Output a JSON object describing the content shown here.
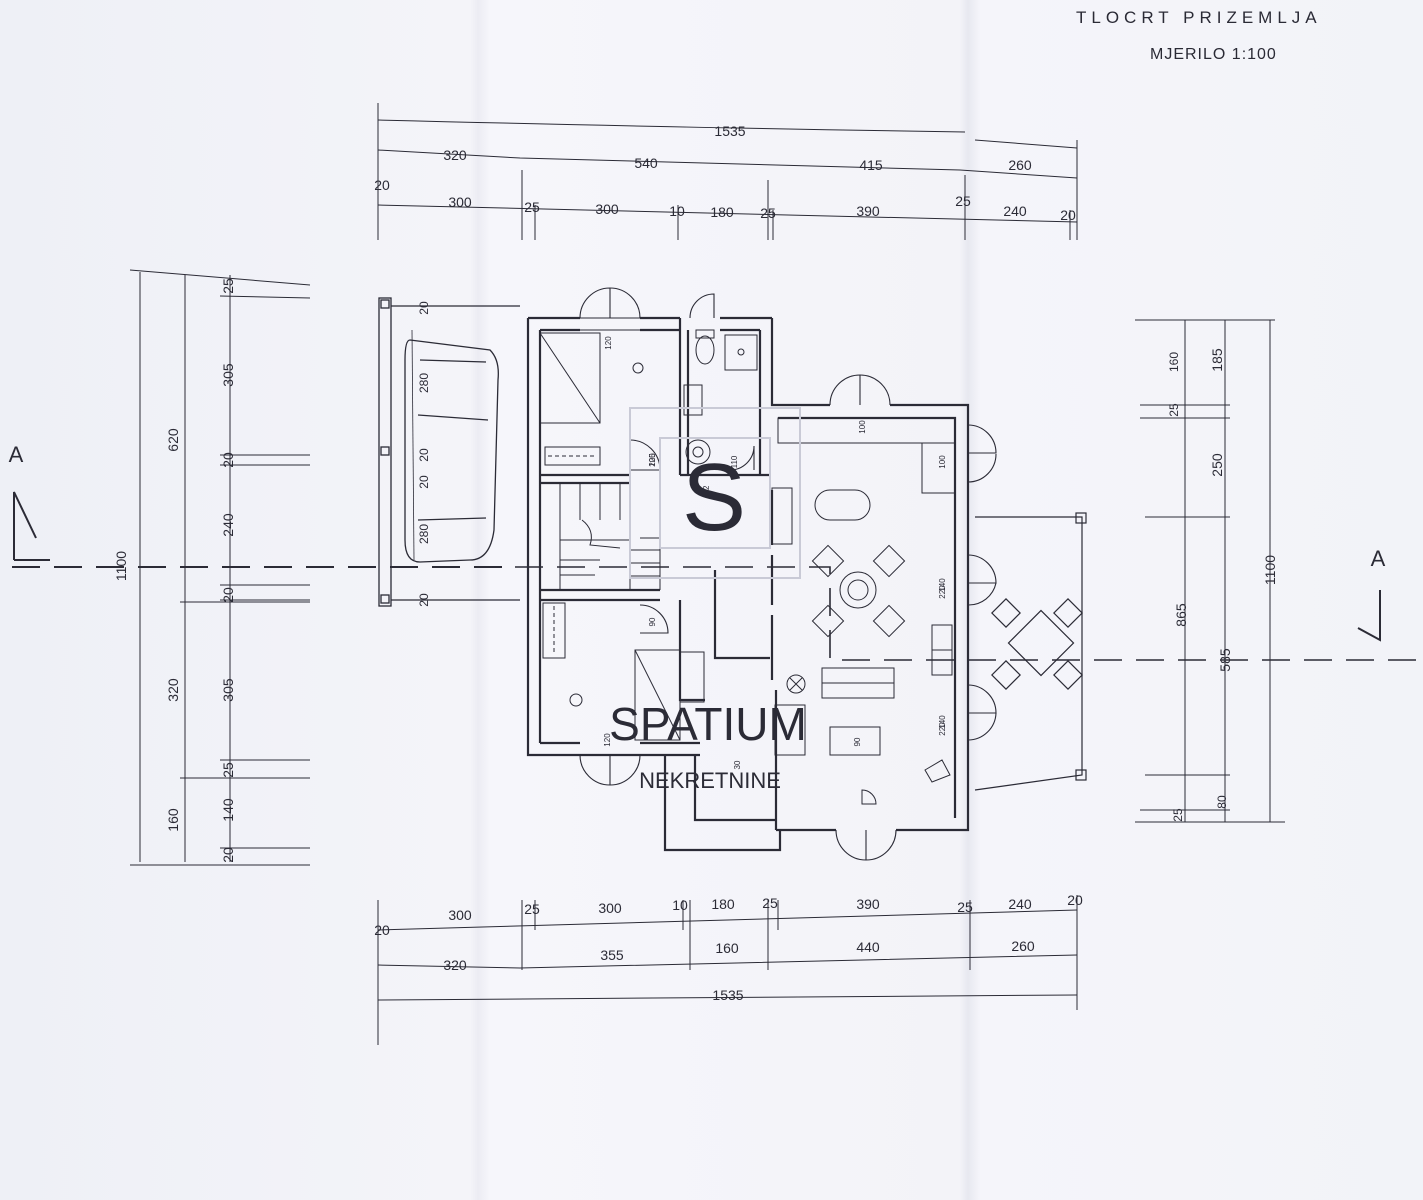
{
  "title": "TLOCRT PRIZEMLJA",
  "scale": "MJERILO 1:100",
  "section_mark": "A",
  "watermark": {
    "brand": "SPATIUM",
    "sub": "NEKRETNINE",
    "logo_letter": "S"
  },
  "dims_top": {
    "overall": "1535",
    "row2": [
      "320",
      "540",
      "415",
      "260"
    ],
    "row3": [
      "20",
      "300",
      "25",
      "300",
      "10",
      "180",
      "25",
      "390",
      "25",
      "240",
      "20"
    ]
  },
  "dims_bottom": {
    "row1": [
      "20",
      "300",
      "25",
      "300",
      "10",
      "180",
      "25",
      "390",
      "25",
      "240",
      "20"
    ],
    "row2": [
      "320",
      "355",
      "160",
      "440",
      "260"
    ],
    "overall": "1535"
  },
  "dims_left": {
    "overall": "1100",
    "mid": [
      "620",
      "320",
      "160"
    ],
    "inner": [
      "25",
      "305",
      "20",
      "240",
      "20",
      "305",
      "25",
      "140",
      "20"
    ]
  },
  "dims_right": {
    "overall": "1100",
    "mid": [
      "185",
      "250",
      "865",
      "585"
    ],
    "inner": [
      "160",
      "25",
      "80",
      "25"
    ]
  },
  "carport_labels": [
    "20",
    "280",
    "20",
    "20",
    "280",
    "20"
  ],
  "room_labels": [
    "120",
    "100",
    "100",
    "120",
    "140",
    "220",
    "140",
    "220",
    "120",
    "90",
    "205",
    "110",
    "12",
    "30",
    "90"
  ],
  "colors": {
    "ink": "#2b2b36",
    "paper": "#f3f3f8",
    "fold": "#e2e3ec"
  }
}
